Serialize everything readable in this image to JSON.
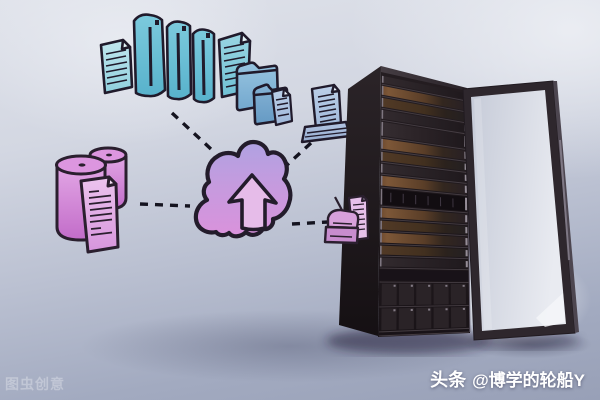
{
  "watermarks": {
    "bottom_left": "图虫创意",
    "brand": "头条",
    "account": "@博学的轮船Y"
  },
  "colors": {
    "background_top": "#e0e3ec",
    "background_bottom": "#98a0b7",
    "floor_shadow": "#343854",
    "document_teal": "#6fc2d8",
    "binder_teal": "#63bad2",
    "folder_blue": "#82b4d8",
    "device_blue": "#a7bcdf",
    "database_pink": "#cf7ed2",
    "data_doc_pink": "#e0a9e5",
    "cloud_top": "#b0a2e2",
    "cloud_bottom": "#da92dc",
    "printer_pink": "#d7a0db",
    "outline_ink": "#201a2b",
    "connector_ink": "#14131f",
    "rack_body": "#221b1f",
    "rack_amber": "#6e4a2f",
    "rack_panel_dark": "#120d11",
    "door_frame": "#2e272d",
    "door_glass": "#dadde6",
    "watermark_white": "#ffffff"
  },
  "rack": {
    "rows": [
      {
        "h": 10,
        "type": "dark"
      },
      {
        "h": 12,
        "type": "amber"
      },
      {
        "h": 12,
        "type": "amber2"
      },
      {
        "h": 12,
        "type": "dark"
      },
      {
        "h": 17,
        "type": "mesh"
      },
      {
        "h": 13,
        "type": "amber"
      },
      {
        "h": 12,
        "type": "amber2"
      },
      {
        "h": 12,
        "type": "dark"
      },
      {
        "h": 13,
        "type": "amber"
      },
      {
        "h": 19,
        "type": "panel"
      },
      {
        "h": 13,
        "type": "amber"
      },
      {
        "h": 12,
        "type": "amber2"
      },
      {
        "h": 13,
        "type": "amber"
      },
      {
        "h": 12,
        "type": "amber2"
      },
      {
        "h": 12,
        "type": "dark"
      },
      {
        "h": 14,
        "type": "strip"
      },
      {
        "h": 25,
        "type": "bays"
      },
      {
        "h": 25,
        "type": "bays"
      },
      {
        "h": 4,
        "type": "strip"
      }
    ]
  }
}
